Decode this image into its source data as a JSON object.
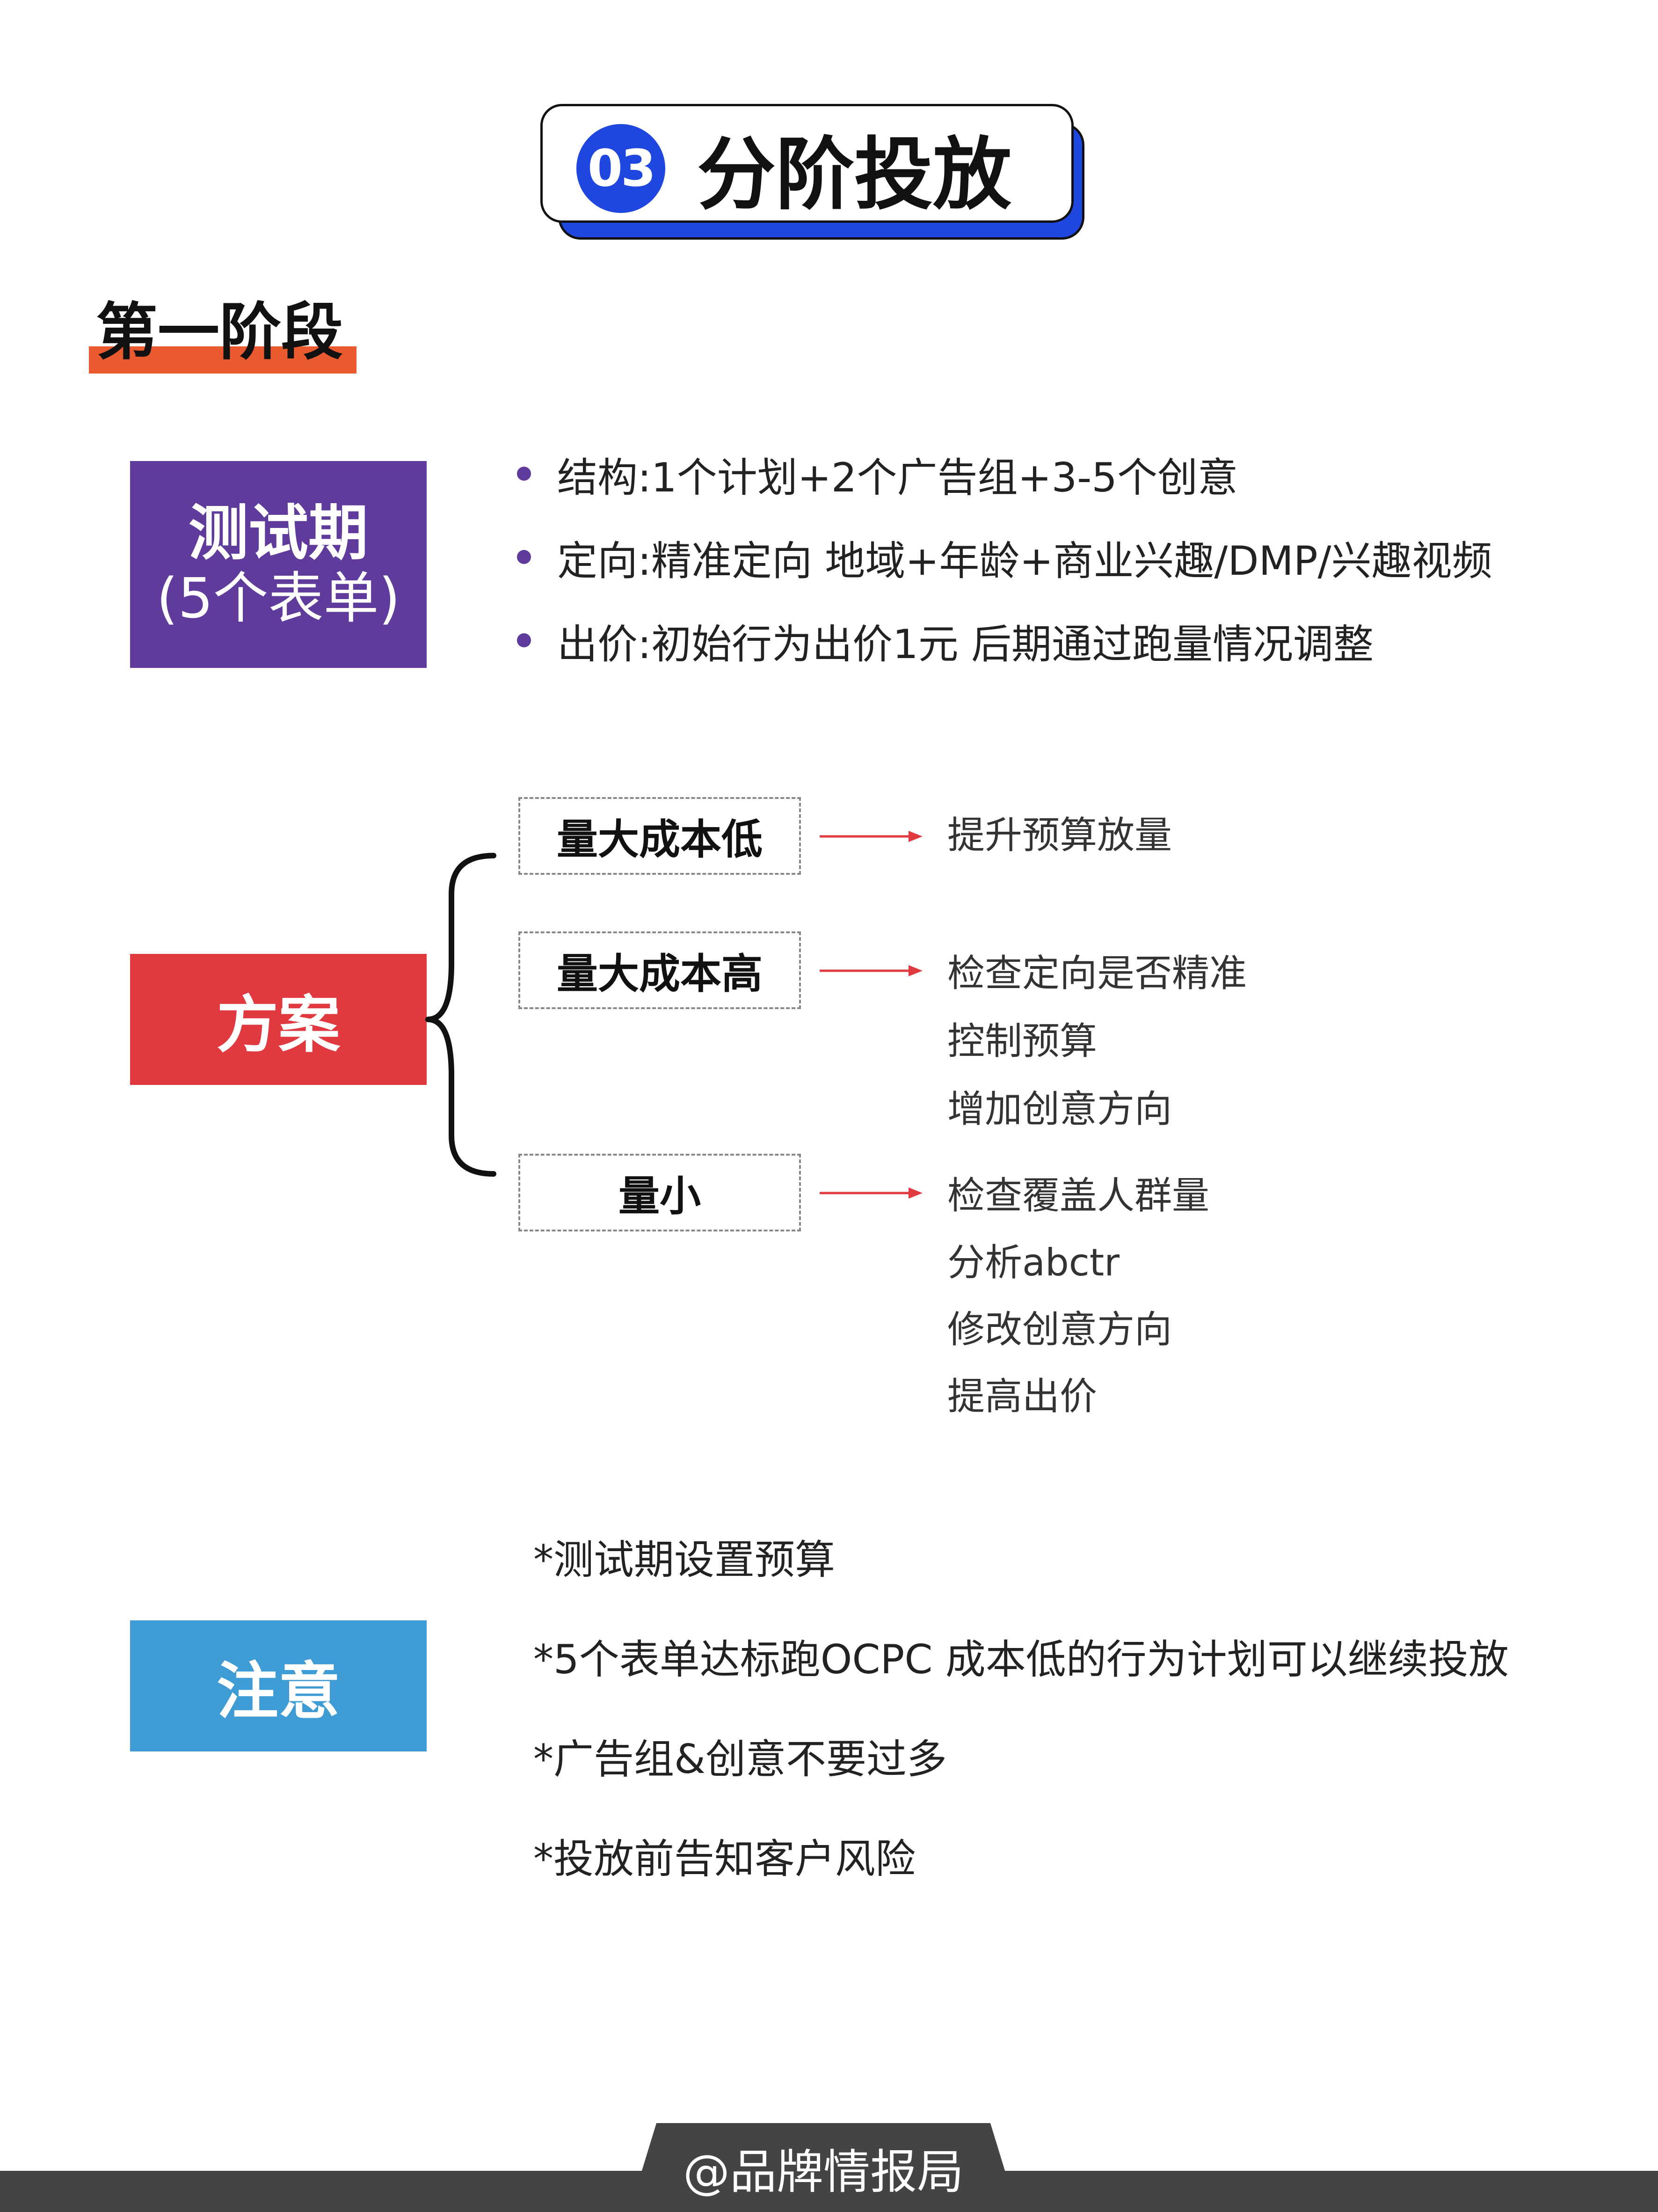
{
  "header": {
    "number": "03",
    "title": "分阶投放"
  },
  "stage": {
    "title": "第一阶段"
  },
  "test_period": {
    "label_line1": "测试期",
    "label_line2": "(5个表单)",
    "bullets": [
      "结构:1个计划+2个广告组+3-5个创意",
      "定向:精准定向 地域+年龄+商业兴趣/DMP/兴趣视频",
      "出价:初始行为出价1元 后期通过跑量情况调整"
    ]
  },
  "plan": {
    "label": "方案",
    "options": [
      {
        "condition": "量大成本低",
        "actions": [
          "提升预算放量"
        ]
      },
      {
        "condition": "量大成本高",
        "actions": [
          "检查定向是否精准",
          "控制预算",
          "增加创意方向"
        ]
      },
      {
        "condition": "量小",
        "actions": [
          "检查覆盖人群量",
          "分析abctr",
          "修改创意方向",
          "提高出价"
        ]
      }
    ]
  },
  "notes": {
    "label": "注意",
    "items": [
      "*测试期设置预算",
      "*5个表单达标跑OCPC 成本低的行为计划可以继续投放",
      "*广告组&创意不要过多",
      "*投放前告知客户风险"
    ]
  },
  "footer": {
    "handle": "@品牌情报局"
  },
  "colors": {
    "blue": "#1f47e0",
    "orange": "#ea5a2f",
    "purple": "#5f3b9b",
    "red": "#e0393f",
    "sky": "#3e9bd3",
    "arrow": "#e0393f"
  }
}
